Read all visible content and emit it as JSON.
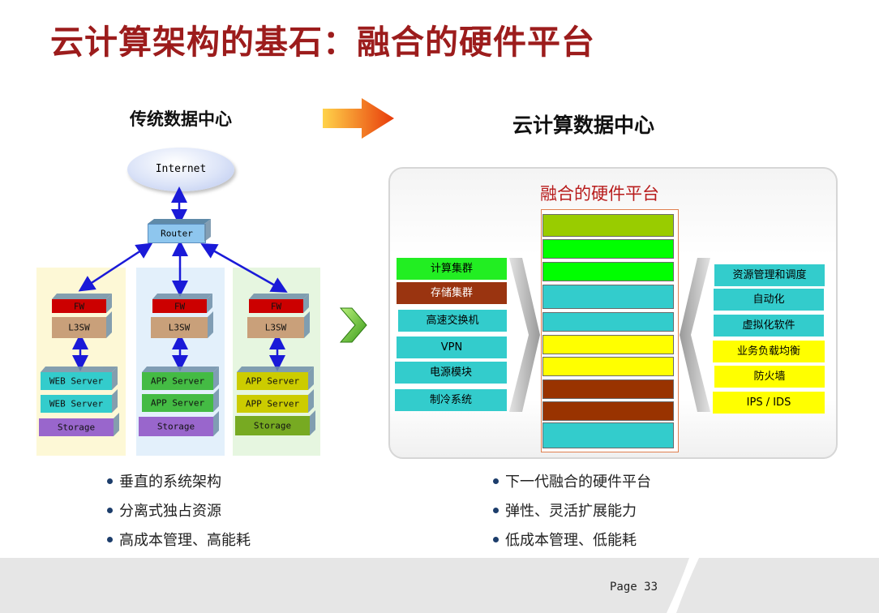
{
  "title": "云计算架构的基石：融合的硬件平台",
  "left": {
    "heading": "传统数据中心",
    "internet": "Internet",
    "router": "Router",
    "columns": [
      {
        "fw": "FW",
        "l3sw": "L3SW",
        "servers": [
          "WEB Server",
          "WEB Server"
        ],
        "storage": "Storage",
        "bg": "#fdf8d6"
      },
      {
        "fw": "FW",
        "l3sw": "L3SW",
        "servers": [
          "APP Server",
          "APP Server"
        ],
        "storage": "Storage",
        "bg": "#e3f0fb"
      },
      {
        "fw": "FW",
        "l3sw": "L3SW",
        "servers": [
          "APP Server",
          "APP Server"
        ],
        "storage": "Storage",
        "bg": "#e6f6e0"
      }
    ],
    "bullets": [
      "垂直的系统架构",
      "分离式独占资源",
      "高成本管理、高能耗"
    ]
  },
  "right": {
    "heading": "云计算数据中心",
    "panel_title": "融合的硬件平台",
    "left_labels": [
      {
        "text": "计算集群",
        "color": "#22ee22",
        "fg": "#000"
      },
      {
        "text": "存储集群",
        "color": "#9a3410",
        "fg": "#fff"
      },
      {
        "text": "高速交换机",
        "color": "#33cccc",
        "fg": "#000"
      },
      {
        "text": "VPN",
        "color": "#33cccc",
        "fg": "#000"
      },
      {
        "text": "电源模块",
        "color": "#33cccc",
        "fg": "#000"
      },
      {
        "text": "制冷系统",
        "color": "#33cccc",
        "fg": "#000"
      }
    ],
    "right_labels": [
      {
        "text": "资源管理和调度",
        "color": "#33cccc"
      },
      {
        "text": "自动化",
        "color": "#33cccc"
      },
      {
        "text": "虚拟化软件",
        "color": "#33cccc"
      },
      {
        "text": "业务负载均衡",
        "color": "#ffff00"
      },
      {
        "text": "防火墙",
        "color": "#ffff00"
      },
      {
        "text": "IPS / IDS",
        "color": "#ffff00"
      }
    ],
    "stack_colors": [
      "#99cc00",
      "#00ff00",
      "#00ff00",
      "#33cccc",
      "#33cccc",
      "#ffff00",
      "#ffff00",
      "#993300",
      "#993300",
      "#33cccc"
    ],
    "bullets": [
      "下一代融合的硬件平台",
      "弹性、灵活扩展能力",
      "低成本管理、低能耗"
    ]
  },
  "colors": {
    "fw": "#cc0000",
    "l3sw": "#c9a07a",
    "web_server": "#33cccc",
    "app_server_mid": "#44bb44",
    "app_server_right": "#cccc00",
    "storage_left": "#9966cc",
    "storage_right": "#77aa22",
    "arrow": "#1a1ad8"
  },
  "page_label": "Page 33"
}
